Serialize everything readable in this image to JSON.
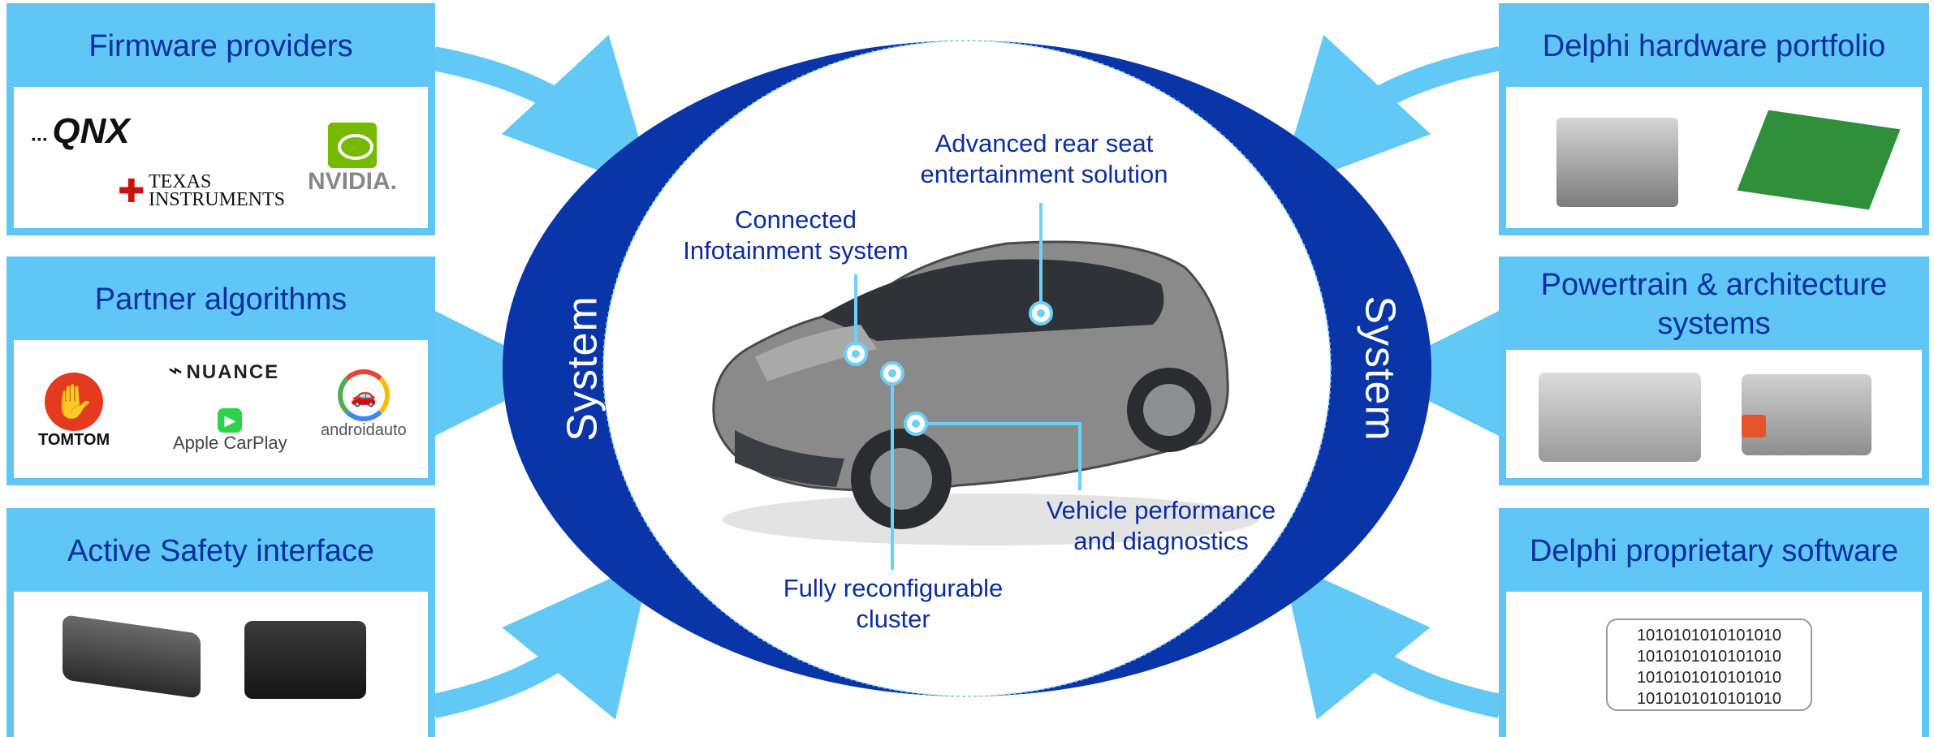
{
  "left_boxes": [
    {
      "title": "Firmware providers",
      "logos": [
        "QNX",
        "TEXAS",
        "INSTRUMENTS",
        "NVIDIA."
      ]
    },
    {
      "title": "Partner algorithms",
      "logos": [
        "TOMTOM",
        "NUANCE",
        "Apple CarPlay",
        "androidauto"
      ]
    },
    {
      "title": "Active Safety interface"
    }
  ],
  "right_boxes": [
    {
      "title": "Delphi hardware portfolio"
    },
    {
      "title": "Powertrain & architecture\nsystems"
    },
    {
      "title": "Delphi proprietary software"
    }
  ],
  "ring_label_left": "System",
  "ring_label_right": "System",
  "callouts": {
    "connected": "Connected\nInfotainment system",
    "rear_seat": "Advanced rear seat\nentertainment solution",
    "cluster": "Fully reconfigurable\ncluster",
    "vehicle": "Vehicle performance\nand diagnostics"
  },
  "binary_text": "1010101010101010\n1010101010101010\n1010101010101010\n1010101010101010",
  "colors": {
    "box": "#5fc6f5",
    "ring": "#0a35a8",
    "text": "#0b2ea0",
    "arrow": "#62c8f6"
  }
}
